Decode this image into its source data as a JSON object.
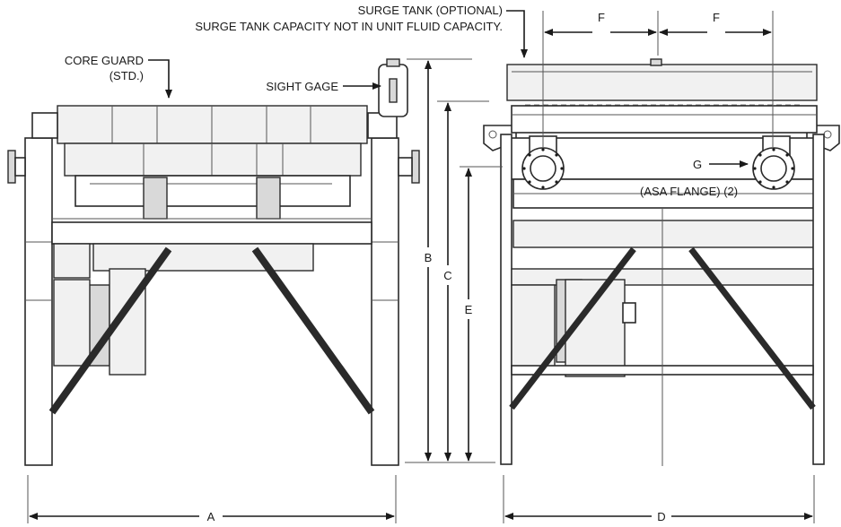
{
  "labels": {
    "surge_tank": "SURGE TANK (OPTIONAL)",
    "surge_tank_note": "SURGE TANK CAPACITY NOT IN UNIT FLUID CAPACITY.",
    "core_guard_line1": "CORE GUARD",
    "core_guard_line2": "(STD.)",
    "sight_gage": "SIGHT GAGE",
    "asa_flange": "(ASA FLANGE) (2)"
  },
  "dimensions": {
    "a": "A",
    "b": "B",
    "c": "C",
    "d": "D",
    "e": "E",
    "f_left": "F",
    "f_right": "F",
    "g": "G"
  }
}
